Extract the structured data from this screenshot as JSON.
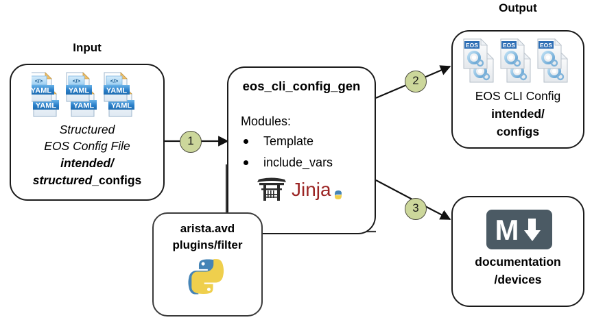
{
  "diagram": {
    "title_input": "Input",
    "title_output": "Output",
    "bg_color": "#ffffff",
    "step_circle_color": "#ccd79b",
    "box_border_color": "#1a1a1a"
  },
  "input_box": {
    "caption": "Input",
    "line1": "Structured",
    "line2": "EOS Config File",
    "line3": "intended/",
    "line4_italic": "structured",
    "line4_rest": "_configs",
    "icon_label": "YAML",
    "icon_code": "</>",
    "icon_count": 6
  },
  "center_box": {
    "title": "eos_cli_config_gen",
    "modules_label": "Modules:",
    "modules": [
      "Template",
      "include_vars"
    ],
    "logo_name": "jinja-logo",
    "logo_text": "Jinja",
    "logo_color": "#9b2423"
  },
  "plugins_box": {
    "line1": "arista.avd",
    "line2": "plugins/filter",
    "logo_name": "python-logo",
    "python_blue": "#4584b6",
    "python_yellow": "#efcf4d"
  },
  "output_box": {
    "caption": "Output",
    "line1": "EOS CLI Config",
    "line2": "intended/",
    "line3": "configs",
    "icon_label": "EOS",
    "icon_count": 6
  },
  "docs_box": {
    "line1": "documentation",
    "line2": "/devices",
    "logo_name": "markdown-logo",
    "logo_letter": "M",
    "logo_arrow": "↓",
    "logo_bg": "#4b5a64"
  },
  "steps": [
    {
      "id": "1",
      "label": "1",
      "from": "input_box",
      "to": "center_box"
    },
    {
      "id": "2",
      "label": "2",
      "from": "center_box",
      "to": "output_box"
    },
    {
      "id": "3",
      "label": "3",
      "from": "center_box",
      "to": "docs_box"
    }
  ]
}
